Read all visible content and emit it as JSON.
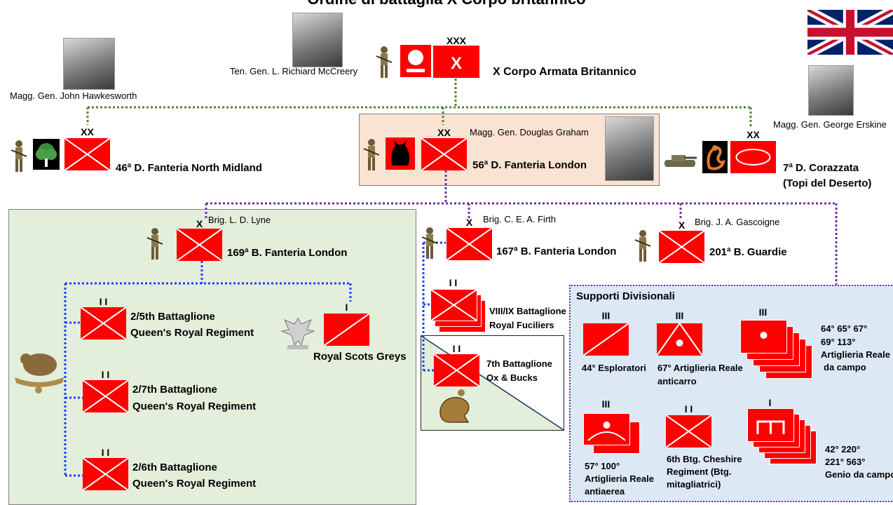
{
  "title": "Ordine di battaglia X Corpo britannico",
  "corps": {
    "echelon": "XXX",
    "name": "X Corpo Armata Britannico",
    "commander": "Ten. Gen. L. Richiard McCreery"
  },
  "div46": {
    "echelon": "XX",
    "name": "46ª D. Fanteria North Midland",
    "commander": "Magg. Gen. John Hawkesworth"
  },
  "div56": {
    "echelon": "XX",
    "name": "56ª D. Fanteria London",
    "commander": "Magg. Gen. Douglas Graham"
  },
  "div7": {
    "echelon": "XX",
    "name_line1": "7ª D. Corazzata",
    "name_line2": "(Topi del Deserto)",
    "commander": "Magg. Gen. George Erskine"
  },
  "bde169": {
    "echelon": "X",
    "name": "169ª B. Fanteria London",
    "commander": "Brig. L. D. Lyne"
  },
  "bde167": {
    "echelon": "X",
    "name": "167ª B. Fanteria London",
    "commander": "Brig. C. E. A. Firth"
  },
  "bde201": {
    "echelon": "X",
    "name": "201ª B. Guardie",
    "commander": "Brig. J. A. Gascoigne"
  },
  "bn25": {
    "echelon": "I I",
    "line1": "2/5th Battaglione",
    "line2": "Queen's Royal Regiment"
  },
  "bn27": {
    "echelon": "I I",
    "line1": "2/7th Battaglione",
    "line2": "Queen's Royal Regiment"
  },
  "bn26": {
    "echelon": "I I",
    "line1": "2/6th Battaglione",
    "line2": "Queen's Royal Regiment"
  },
  "scots": {
    "echelon": "I",
    "name": "Royal Scots Greys"
  },
  "fusiliers": {
    "echelon": "I I",
    "line1": "VIII/IX Battaglione",
    "line2": "Royal Fuciliers"
  },
  "oxbucks": {
    "echelon": "I I",
    "line1": "7th Battaglione",
    "line2": "Ox & Bucks"
  },
  "supports": {
    "title": "Supporti Divisionali",
    "recce": {
      "echelon": "III",
      "label": "44° Esploratori"
    },
    "antitank": {
      "echelon": "III",
      "line1": "67° Artiglieria Reale",
      "line2": "anticarro"
    },
    "field": {
      "echelon": "III",
      "line1": "64° 65° 67°",
      "line2": "69° 113°",
      "line3": "Artiglieria Reale",
      "line4": "da campo"
    },
    "aa": {
      "echelon": "III",
      "line1": "57° 100°",
      "line2": "Artiglieria Reale",
      "line3": "antiaerea"
    },
    "mg": {
      "echelon": "I I",
      "line1": "6th Btg. Cheshire",
      "line2": "Regiment (Btg.",
      "line3": "mitagliatrici)"
    },
    "eng": {
      "echelon": "I",
      "line1": "42° 220°",
      "line2": "221° 563°",
      "line3": "Genio da campo"
    }
  },
  "colors": {
    "symbol_red": "#ff0000",
    "green_box": "#e3eedb",
    "blue_box": "#dde8f5",
    "div56_box": "#fbe3d3",
    "line_green": "#548235",
    "line_purple": "#7030a0",
    "line_blue": "#1f3fff"
  }
}
